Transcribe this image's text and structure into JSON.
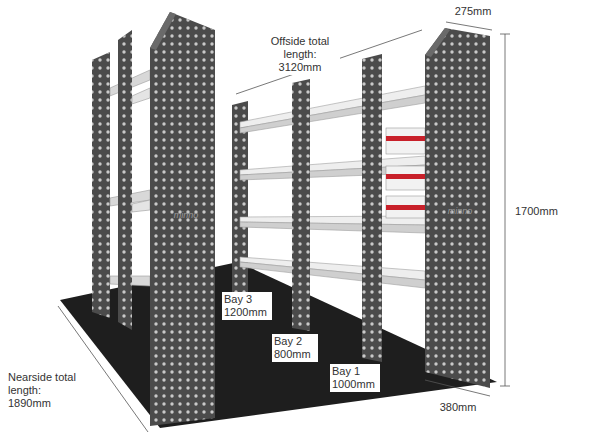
{
  "diagram": {
    "labels": [
      "Offside total length: 3120mm",
      "275mm",
      "1700mm",
      "Bay 3 1200mm",
      "Bay 2 800mm",
      "Bay 1 1000mm",
      "380mm",
      "Nearside total length: 1890mm",
      "minno",
      "minno"
    ]
  }
}
